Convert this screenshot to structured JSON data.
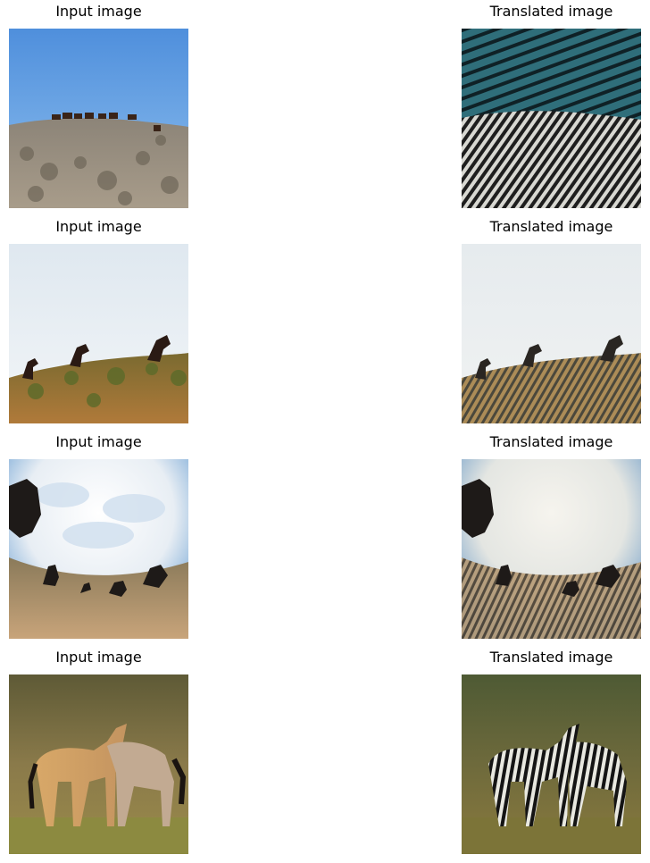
{
  "labels": {
    "input": "Input image",
    "translated": "Translated image"
  },
  "rows": [
    {
      "input_image": "horses-herd-on-hilltop-blue-sky",
      "translated_image": "zebra-striped-herd-on-hilltop-striped-sky"
    },
    {
      "input_image": "horse-silhouettes-on-grassy-ridge-pale-sky",
      "translated_image": "zebra-textured-silhouettes-on-grassy-ridge"
    },
    {
      "input_image": "fisheye-horses-on-dirt-slope-cloudy-sky",
      "translated_image": "fisheye-zebra-textured-horses-cloudy-sky"
    },
    {
      "input_image": "two-wild-horses-nuzzling-in-grass",
      "translated_image": "zebras-grazing-in-grass"
    }
  ]
}
